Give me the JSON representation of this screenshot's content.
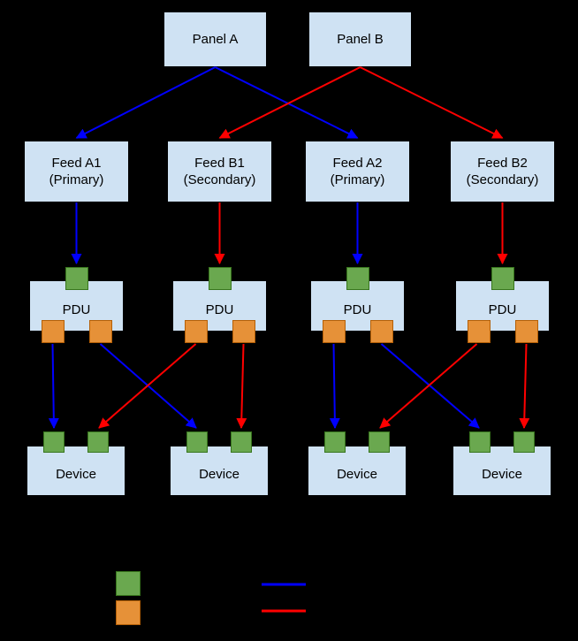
{
  "colors": {
    "background": "#000000",
    "box_fill": "#cfe2f3",
    "box_text": "#000000",
    "input_port": "#6aa84f",
    "input_port_border": "#38761d",
    "output_port": "#e69138",
    "output_port_border": "#b45f06",
    "a_path": "#0000ff",
    "b_path": "#ff0000"
  },
  "nodes": {
    "panels": [
      {
        "label": "Panel A"
      },
      {
        "label": "Panel B"
      }
    ],
    "feeds": [
      {
        "label": "Feed A1",
        "sublabel": "(Primary)"
      },
      {
        "label": "Feed B1",
        "sublabel": "(Secondary)"
      },
      {
        "label": "Feed A2",
        "sublabel": "(Primary)"
      },
      {
        "label": "Feed B2",
        "sublabel": "(Secondary)"
      }
    ],
    "pdus": [
      {
        "label": "PDU"
      },
      {
        "label": "PDU"
      },
      {
        "label": "PDU"
      },
      {
        "label": "PDU"
      }
    ],
    "devices": [
      {
        "label": "Device"
      },
      {
        "label": "Device"
      },
      {
        "label": "Device"
      },
      {
        "label": "Device"
      }
    ]
  },
  "edges": [
    {
      "from": "panel-a",
      "to": "feed-a1",
      "path": "a"
    },
    {
      "from": "panel-a",
      "to": "feed-a2",
      "path": "a"
    },
    {
      "from": "panel-b",
      "to": "feed-b1",
      "path": "b"
    },
    {
      "from": "panel-b",
      "to": "feed-b2",
      "path": "b"
    },
    {
      "from": "feed-a1",
      "to": "pdu-1-input",
      "path": "a"
    },
    {
      "from": "feed-b1",
      "to": "pdu-2-input",
      "path": "b"
    },
    {
      "from": "feed-a2",
      "to": "pdu-3-input",
      "path": "a"
    },
    {
      "from": "feed-b2",
      "to": "pdu-4-input",
      "path": "b"
    },
    {
      "from": "pdu-1-output-left",
      "to": "device-1-input-left",
      "path": "a"
    },
    {
      "from": "pdu-1-output-right",
      "to": "device-2-input-left",
      "path": "a"
    },
    {
      "from": "pdu-2-output-left",
      "to": "device-1-input-right",
      "path": "b"
    },
    {
      "from": "pdu-2-output-right",
      "to": "device-2-input-right",
      "path": "b"
    },
    {
      "from": "pdu-3-output-left",
      "to": "device-3-input-left",
      "path": "a"
    },
    {
      "from": "pdu-3-output-right",
      "to": "device-4-input-left",
      "path": "a"
    },
    {
      "from": "pdu-4-output-left",
      "to": "device-3-input-right",
      "path": "b"
    },
    {
      "from": "pdu-4-output-right",
      "to": "device-4-input-right",
      "path": "b"
    }
  ],
  "legend": {
    "swatches": [
      {
        "name": "input-port-swatch"
      },
      {
        "name": "output-port-swatch"
      },
      {
        "name": "a-path-line"
      },
      {
        "name": "b-path-line"
      }
    ]
  }
}
